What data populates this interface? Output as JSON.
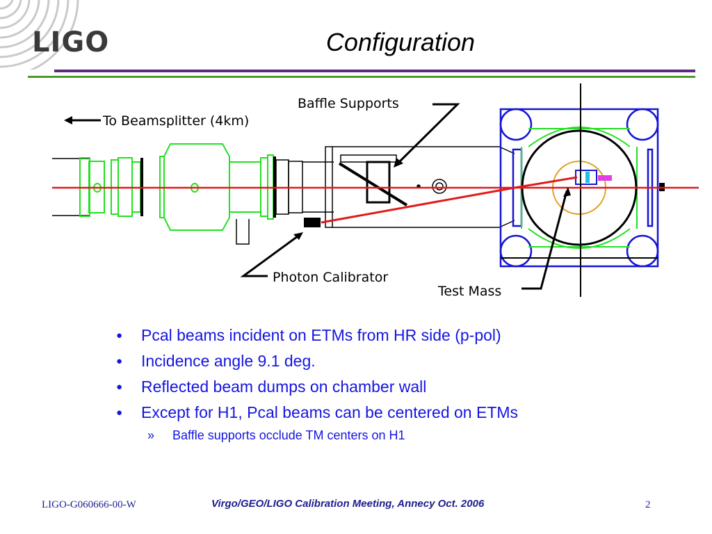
{
  "header": {
    "logo_text": "LIGO",
    "title": "Configuration"
  },
  "diagram": {
    "labels": {
      "to_beamsplitter": "To Beamsplitter (4km)",
      "baffle_supports": "Baffle Supports",
      "photon_calibrator": "Photon Calibrator",
      "test_mass": "Test Mass"
    }
  },
  "bullets": [
    "Pcal beams incident on ETMs from HR side (p-pol)",
    "Incidence angle 9.1 deg.",
    "Reflected beam dumps on chamber wall",
    "Except for H1, Pcal beams can be centered on ETMs"
  ],
  "sub_bullet": {
    "marker": "»",
    "text": "Baffle supports occlude TM centers on H1"
  },
  "footer": {
    "doc_id": "LIGO-G060666-00-W",
    "meeting": "Virgo/GEO/LIGO Calibration Meeting, Annecy Oct. 2006",
    "page": "2"
  },
  "colors": {
    "beam": "#e01a1a",
    "green_outline": "#22e022",
    "blue_frame": "#1414d4",
    "text_blue": "#1515e0",
    "rule_purple": "#5b2a86",
    "rule_green": "#4c9a2a"
  }
}
